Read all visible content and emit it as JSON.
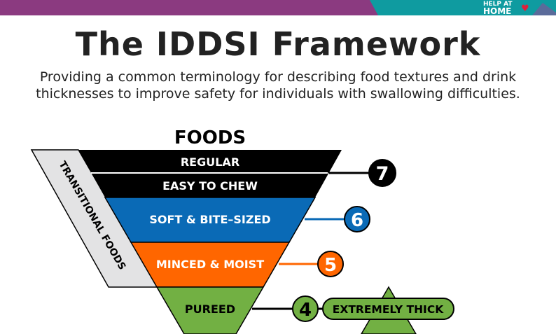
{
  "header": {
    "brand_line1": "HELP AT",
    "brand_line2": "HOME",
    "colors": {
      "purple": "#8b3a80",
      "teal": "#0f9ba0"
    }
  },
  "title": "The IDDSI Framework",
  "subtitle_line1": "Providing a common terminology for describing food textures and drink",
  "subtitle_line2": "thicknesses to improve safety for individuals with swallowing difficulties.",
  "diagram": {
    "heading": "FOODS",
    "side_label": "TRANSITIONAL FOODS",
    "levels": [
      {
        "label": "REGULAR",
        "color": "#000000"
      },
      {
        "label": "EASY TO CHEW",
        "color": "#000000",
        "number": "7"
      },
      {
        "label": "SOFT & BITE–SIZED",
        "color": "#0a6ab6",
        "number": "6"
      },
      {
        "label": "MINCED & MOIST",
        "color": "#ff6600",
        "number": "5"
      },
      {
        "label": "PUREED",
        "color": "#72b043",
        "number": "4",
        "drink_label": "EXTREMELY THICK"
      }
    ]
  }
}
